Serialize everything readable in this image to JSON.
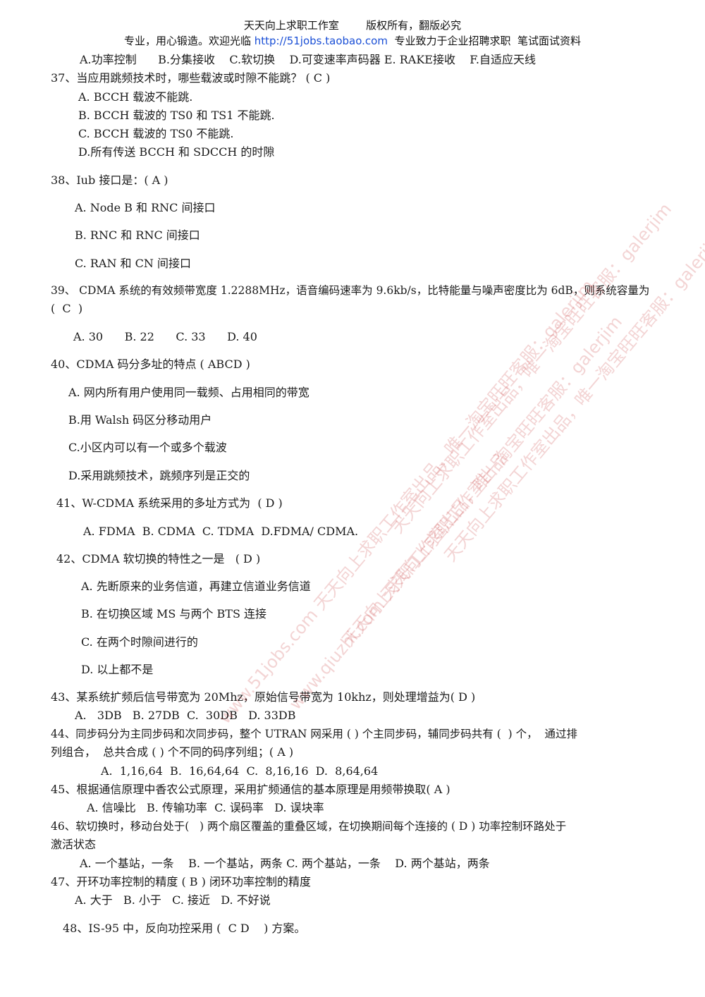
{
  "header": {
    "line1": "天天向上求职工作室        版权所有，翻版必究",
    "line2_prefix": "专业，用心锻造。欢迎光临 ",
    "line2_link": "http://51jobs.taobao.com",
    "line2_suffix": "  专业致力于企业招聘求职  笔试面试资料"
  },
  "watermark": {
    "text_a": "天天向上求职工作室出品，唯一淘宝旺旺客服：galerjim",
    "text_b": "www.51jobs.com 天天向上求职工作室出品，唯一淘宝旺旺客服：galerjim",
    "text_c": "www.qiuzhi.com 天天向上求职工作室出品",
    "color": "#c83c3c"
  },
  "lines": {
    "l01": "A.功率控制      B.分集接收    C.软切换    D.可变速率声码器 E. RAKE接收    F.自适应天线",
    "l02": "37、当应用跳频技术时，哪些载波或时隙不能跳？ ( C )",
    "l03": "A. BCCH 载波不能跳.",
    "l04": "B. BCCH 载波的 TS0 和 TS1 不能跳.",
    "l05": "C. BCCH 载波的 TS0 不能跳.",
    "l06": "D.所有传送 BCCH 和 SDCCH 的时隙",
    "l07": "38、Iub 接口是：( A )",
    "l08": "A. Node B 和 RNC 间接口",
    "l09": "B. RNC 和 RNC 间接口",
    "l10": "C. RAN 和 CN 间接口",
    "l11": "39、 CDMA 系统的有效频带宽度 1.2288MHz，语音编码速率为 9.6kb/s，比特能量与噪声密度比为 6dB，则系统容量为",
    "l12": "(  C  )",
    "l13": "A. 30      B. 22      C. 33      D. 40",
    "l14": "40、CDMA 码分多址的特点 ( ABCD )",
    "l15": "A. 网内所有用户使用同一载频、占用相同的带宽",
    "l16": "B.用 Walsh 码区分移动用户",
    "l17": "C.小区内可以有一个或多个载波",
    "l18": "D.采用跳频技术，跳频序列是正交的",
    "l19": "41、W-CDMA 系统采用的多址方式为  ( D )",
    "l20": "A. FDMA  B. CDMA  C. TDMA  D.FDMA/ CDMA.",
    "l21": "42、CDMA 软切换的特性之一是   ( D )",
    "l22": "A. 先断原来的业务信道，再建立信道业务信道",
    "l23": "B. 在切换区域 MS 与两个 BTS 连接",
    "l24": "C. 在两个时隙间进行的",
    "l25": "D. 以上都不是",
    "l26": "43、某系统扩频后信号带宽为 20Mhz，原始信号带宽为 10khz，则处理增益为( D )",
    "l27": "A.   3DB   B. 27DB  C.  30DB   D. 33DB",
    "l28": "44、同步码分为主同步码和次同步码，整个 UTRAN 网采用 ( ) 个主同步码，辅同步码共有 (  ) 个，  通过排",
    "l29": "列组合，  总共合成 ( ) 个不同的码序列组；( A )",
    "l30": "A.  1,16,64  B.  16,64,64  C.  8,16,16  D.  8,64,64",
    "l31": "45、根据通信原理中香农公式原理，采用扩频通信的基本原理是用频带换取( A )",
    "l32": "A. 信噪比   B. 传输功率  C. 误码率   D. 误块率",
    "l33": "46、软切换时，移动台处于(   ) 两个扇区覆盖的重叠区域，在切换期间每个连接的 ( D ) 功率控制环路处于",
    "l34": "激活状态",
    "l35": "A. 一个基站，一条    B. 一个基站，两条 C. 两个基站，一条    D. 两个基站，两条",
    "l36": "47、开环功率控制的精度 ( B ) 闭环功率控制的精度",
    "l37": "A. 大于   B. 小于   C. 接近   D. 不好说",
    "l38": "48、IS-95 中，反向功控采用 (  C D    ) 方案。"
  }
}
